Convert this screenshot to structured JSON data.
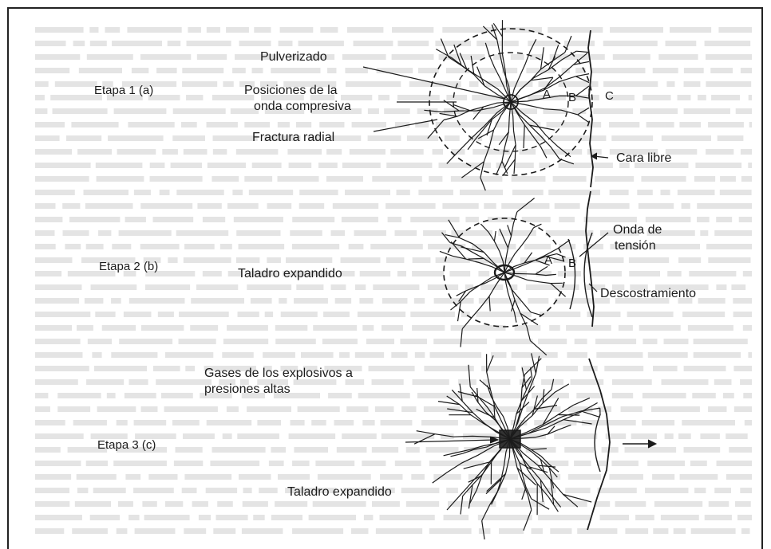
{
  "stages": [
    {
      "label": "Etapa 1 (a)",
      "annotations": {
        "pulverizado": "Pulverizado",
        "posiciones_line1": "Posiciones de la",
        "posiciones_line2": "onda compresiva",
        "fractura": "Fractura radial",
        "cara_libre": "Cara libre"
      },
      "letters": [
        "A",
        "B",
        "C"
      ]
    },
    {
      "label": "Etapa 2 (b)",
      "annotations": {
        "taladro": "Taladro expandido",
        "onda_line1": "Onda de",
        "onda_line2": "tensión",
        "descostramiento": "Descostramiento"
      },
      "letters": [
        "A",
        "B"
      ]
    },
    {
      "label": "Etapa 3 (c)",
      "annotations": {
        "gases_line1": "Gases de los explosivos a",
        "gases_line2": "presiones altas",
        "taladro": "Taladro expandido"
      }
    }
  ],
  "colors": {
    "ink": "#1b1b1b",
    "background_text": "#e4e4e4",
    "frame": "#222222"
  }
}
